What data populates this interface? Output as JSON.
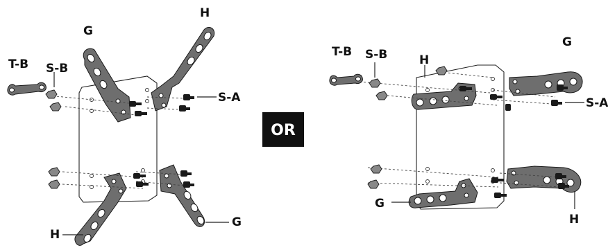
{
  "labels": {
    "left": {
      "g_top": "G",
      "h_top": "H",
      "t_b": "T-B",
      "s_b": "S-B",
      "s_a": "S-A",
      "h_bottom": "H",
      "g_bottom": "G"
    },
    "separator": "OR",
    "right": {
      "t_b": "T-B",
      "s_b": "S-B",
      "h_top": "H",
      "g_top": "G",
      "s_a": "S-A",
      "g_bottom": "G",
      "h_bottom": "H"
    }
  },
  "colors": {
    "bracket": "#6e6e6e",
    "separator_bg": "#111111"
  }
}
